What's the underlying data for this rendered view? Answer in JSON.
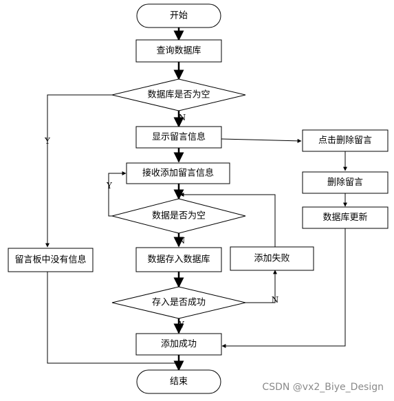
{
  "nodes": {
    "start": "开始",
    "query_db": "查询数据库",
    "db_empty_check": "数据库是否为空",
    "show_messages": "显示留言信息",
    "click_delete": "点击删除留言",
    "delete_message": "删除留言",
    "db_update": "数据库更新",
    "receive_add": "接收添加留言信息",
    "data_empty_check": "数据是否为空",
    "no_messages": "留言板中没有信息",
    "store_db": "数据存入数据库",
    "add_failed": "添加失败",
    "store_success_check": "存入是否成功",
    "add_success": "添加成功",
    "end": "结束"
  },
  "edge_labels": {
    "db_empty_no": "N",
    "db_empty_yes": "Y",
    "data_empty_yes": "Y",
    "data_empty_no": "N",
    "store_fail_no": "N",
    "store_success_yes": "Y"
  },
  "watermark": "CSDN @vx2_Biye_Design"
}
